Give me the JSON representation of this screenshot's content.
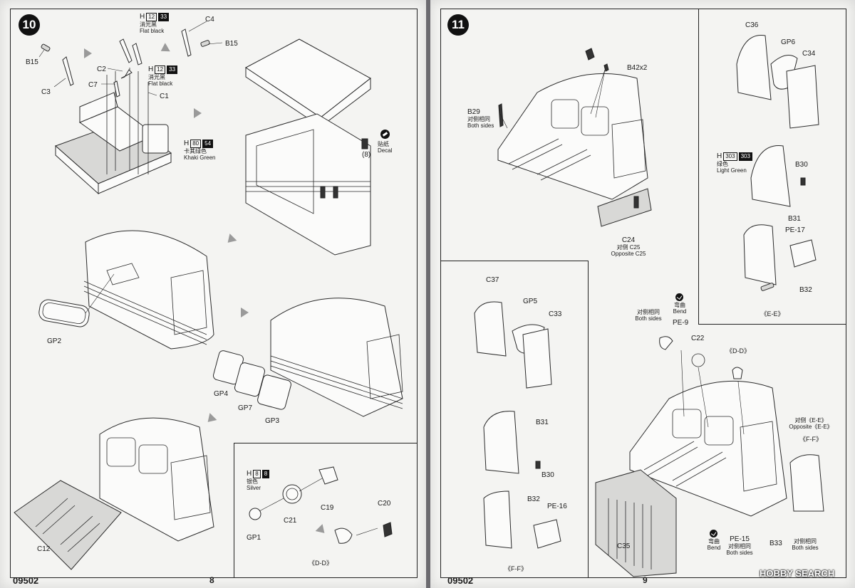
{
  "left_page": {
    "step": "10",
    "code": "09502",
    "page_number": "8",
    "parts": {
      "b15_a": "B15",
      "c3": "C3",
      "c2": "C2",
      "c7": "C7",
      "c1": "C1",
      "c4": "C4",
      "b15_b": "B15",
      "gp2": "GP2",
      "gp4": "GP4",
      "gp7": "GP7",
      "gp3": "GP3",
      "c12": "C12"
    },
    "paint_flat_black_1": {
      "code": "H",
      "num": "12",
      "num2": "33",
      "cn": "消光黑",
      "en": "Flat black"
    },
    "paint_flat_black_2": {
      "code": "H",
      "num": "12",
      "num2": "33",
      "cn": "消光黑",
      "en": "Flat black"
    },
    "paint_khaki": {
      "code": "H",
      "num": "80",
      "num2": "54",
      "cn": "卡其绿色",
      "en": "Khaki Green"
    },
    "decal": {
      "cn": "贴纸",
      "en": "Decal",
      "count": "(8)"
    },
    "inset_dd": {
      "paint_silver": {
        "code": "H",
        "num": "8",
        "num2": "8",
        "cn": "银色",
        "en": "Silver"
      },
      "parts": {
        "c19": "C19",
        "c20": "C20",
        "c21": "C21",
        "gp1": "GP1"
      },
      "caption": "《D-D》"
    }
  },
  "right_page": {
    "step": "11",
    "code": "09502",
    "page_number": "9",
    "main": {
      "b42": "B42x2",
      "b29": "B29",
      "b29_cn": "对侧相同",
      "b29_en": "Both sides",
      "c24": "C24",
      "c24_cn": "对侧 C25",
      "c24_en": "Opposite C25",
      "pe9": "PE-9",
      "pe9_bend_cn": "弯曲",
      "pe9_bend_en": "Bend",
      "pe9_cn": "对侧相同",
      "pe9_en": "Both sides",
      "c22": "C22",
      "dd_ref": "《D-D》",
      "ee_ref_cn": "对侧《E-E》",
      "ee_ref_en": "Opposite《E-E》",
      "ff_ref": "《F-F》",
      "c35": "C35",
      "pe15": "PE-15",
      "pe15_bend_cn": "弯曲",
      "pe15_bend_en": "Bend",
      "pe15_cn": "对侧相同",
      "pe15_en": "Both sides",
      "b33": "B33",
      "b33_cn": "对侧相同",
      "b33_en": "Both sides"
    },
    "inset_ee": {
      "c36": "C36",
      "gp6": "GP6",
      "c34": "C34",
      "paint_green": {
        "code": "H",
        "num": "303",
        "num2": "303",
        "cn": "绿色",
        "en": "Light Green"
      },
      "b30": "B30",
      "b31": "B31",
      "pe17": "PE-17",
      "b32": "B32",
      "caption": "《E-E》"
    },
    "inset_ff": {
      "c37": "C37",
      "gp5": "GP5",
      "c33": "C33",
      "b31": "B31",
      "b30": "B30",
      "b32": "B32",
      "pe16": "PE-16",
      "caption": "《F-F》"
    }
  },
  "watermark": "HOBBY SEARCH"
}
